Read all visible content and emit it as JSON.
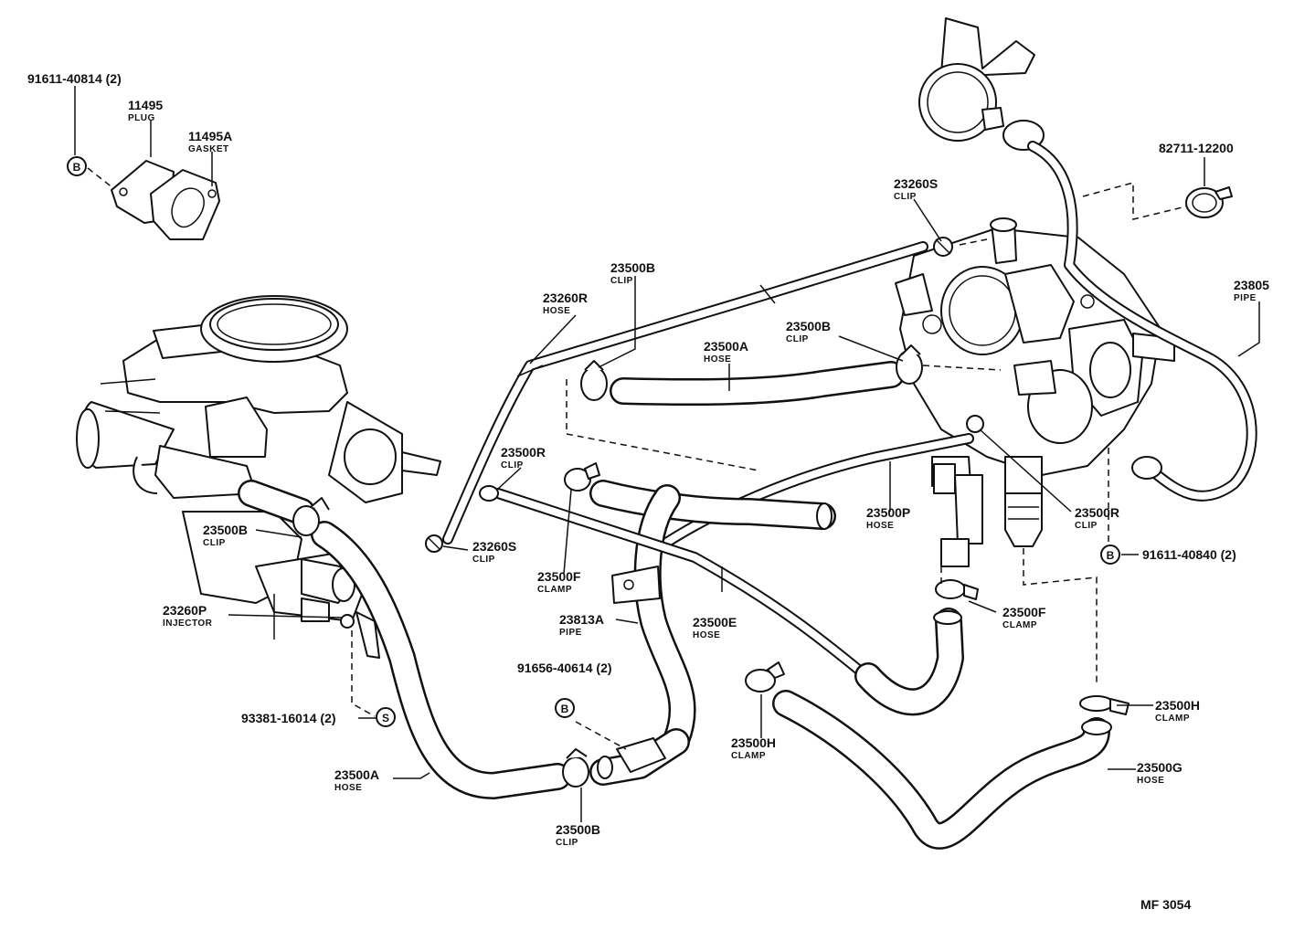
{
  "callouts": [
    {
      "id": "c1",
      "number": "91611-40814 (2)",
      "name": ""
    },
    {
      "id": "c2",
      "number": "11495",
      "name": "PLUG"
    },
    {
      "id": "c3",
      "number": "11495A",
      "name": "GASKET"
    },
    {
      "id": "c4",
      "number": "23260S",
      "name": "CLIP"
    },
    {
      "id": "c5",
      "number": "82711-12200",
      "name": ""
    },
    {
      "id": "c6",
      "number": "23500B",
      "name": "CLIP"
    },
    {
      "id": "c7",
      "number": "23260R",
      "name": "HOSE"
    },
    {
      "id": "c8",
      "number": "23805",
      "name": "PIPE"
    },
    {
      "id": "c9",
      "number": "23500B",
      "name": "CLIP"
    },
    {
      "id": "c10",
      "number": "23500A",
      "name": "HOSE"
    },
    {
      "id": "c11",
      "number": "23500R",
      "name": "CLIP"
    },
    {
      "id": "c12",
      "number": "23500P",
      "name": "HOSE"
    },
    {
      "id": "c13",
      "number": "23500R",
      "name": "CLIP"
    },
    {
      "id": "c14",
      "number": "23500B",
      "name": "CLIP"
    },
    {
      "id": "c15",
      "number": "23260S",
      "name": "CLIP"
    },
    {
      "id": "c16",
      "number": "23500F",
      "name": "CLAMP"
    },
    {
      "id": "c17",
      "number": "91611-40840 (2)",
      "name": ""
    },
    {
      "id": "c18",
      "number": "23260P",
      "name": "INJECTOR"
    },
    {
      "id": "c19",
      "number": "23813A",
      "name": "PIPE"
    },
    {
      "id": "c20",
      "number": "23500E",
      "name": "HOSE"
    },
    {
      "id": "c21",
      "number": "23500F",
      "name": "CLAMP"
    },
    {
      "id": "c22",
      "number": "91656-40614 (2)",
      "name": ""
    },
    {
      "id": "c23",
      "number": "93381-16014 (2)",
      "name": ""
    },
    {
      "id": "c24",
      "number": "23500H",
      "name": "CLAMP"
    },
    {
      "id": "c25",
      "number": "23500H",
      "name": "CLAMP"
    },
    {
      "id": "c26",
      "number": "23500A",
      "name": "HOSE"
    },
    {
      "id": "c27",
      "number": "23500G",
      "name": "HOSE"
    },
    {
      "id": "c28",
      "number": "23500B",
      "name": "CLIP"
    }
  ],
  "symbols": {
    "bolt": "B",
    "screw": "S"
  },
  "diagram_code": "MF 3054"
}
